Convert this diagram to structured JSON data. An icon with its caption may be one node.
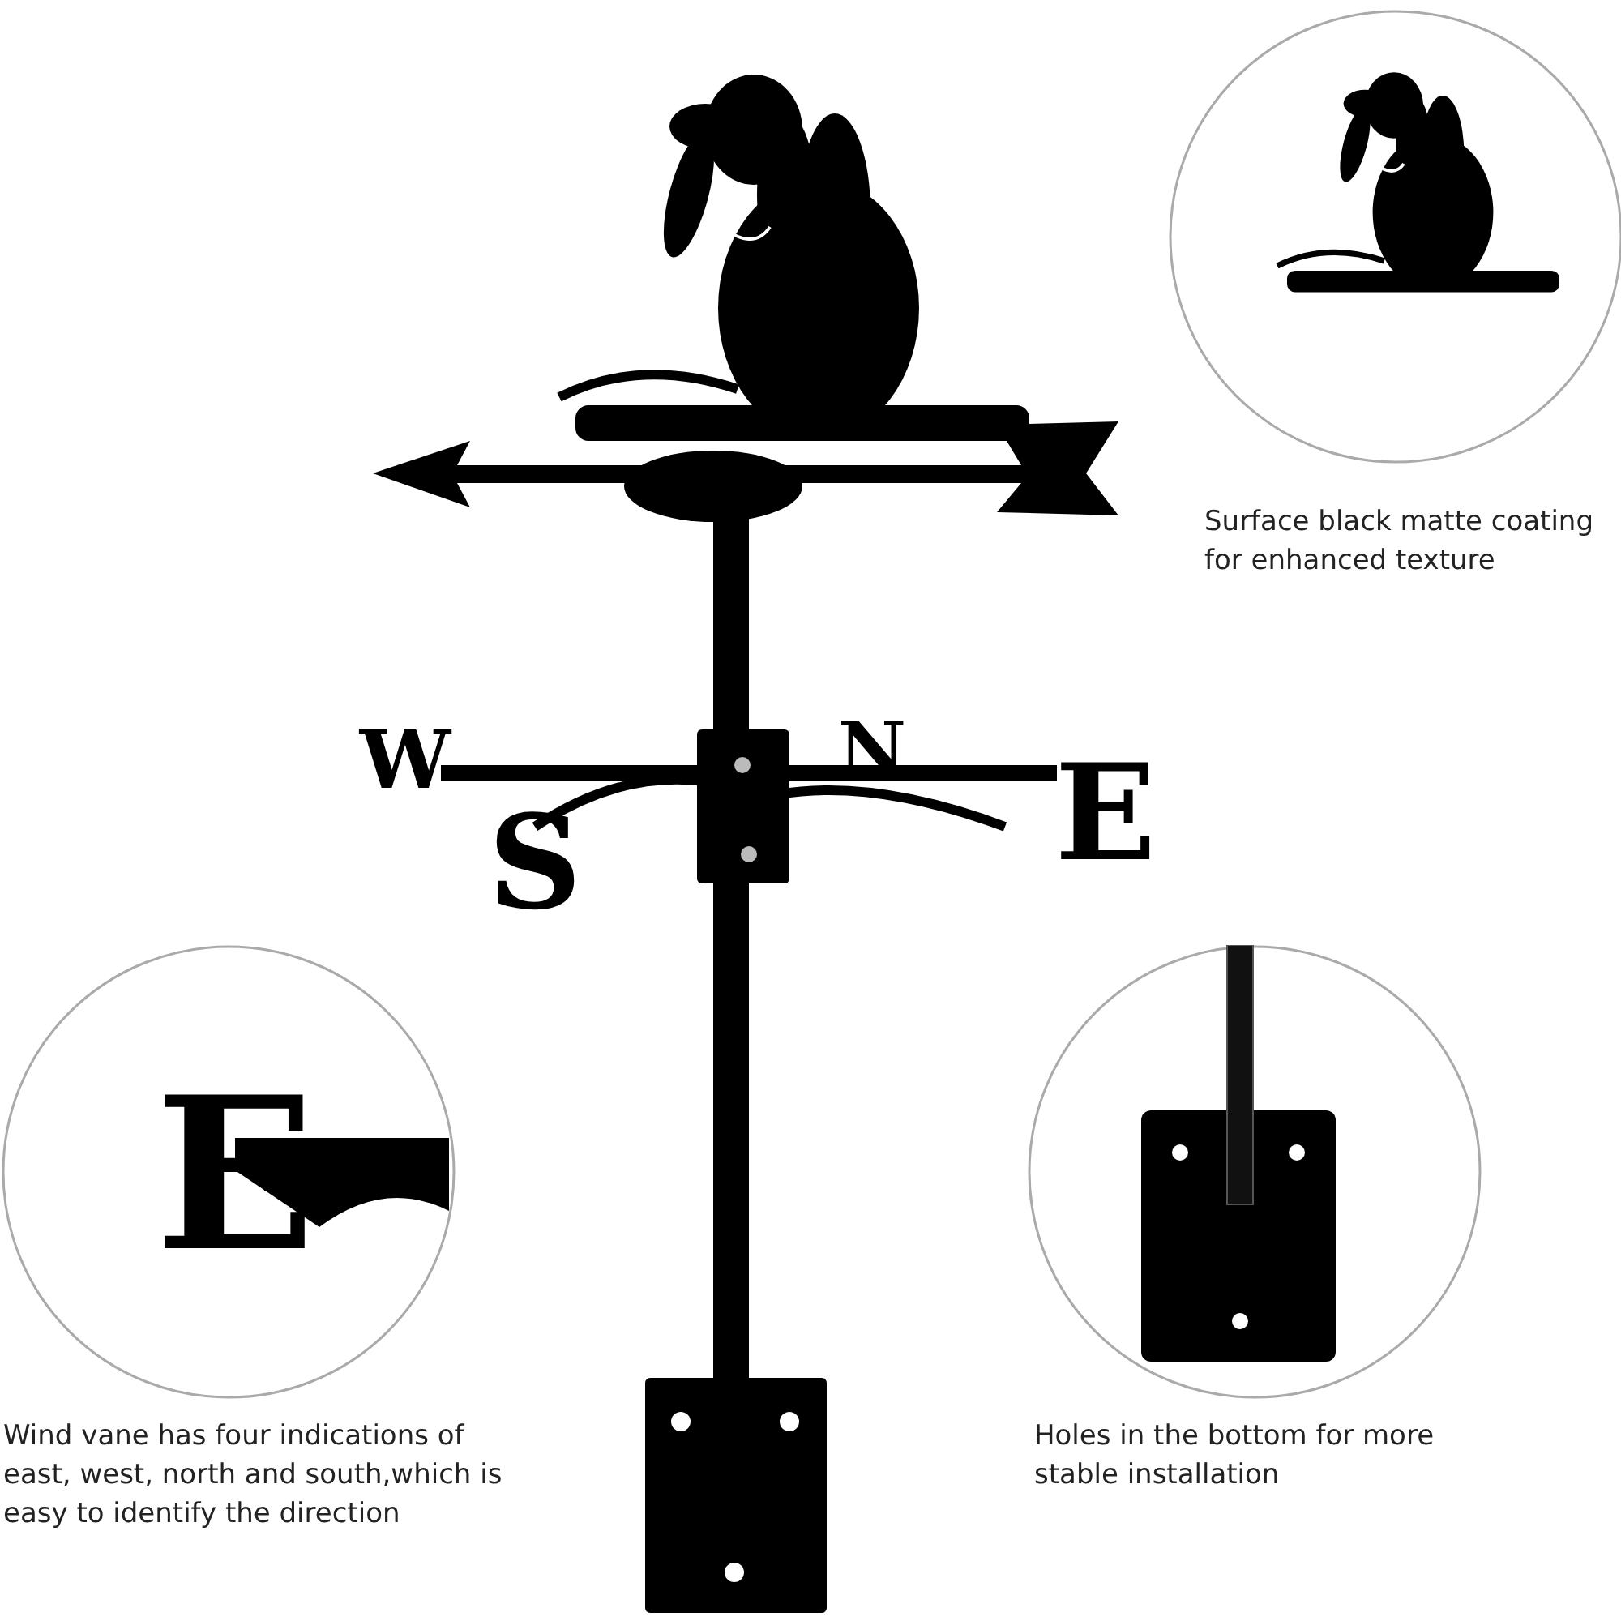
{
  "diagram": {
    "nodes": [
      {
        "text": [
          "Surface black matte coating for enhanced texture"
        ]
      },
      {
        "text": [
          "Wind vane has four indications of east, west, north and south,which is easy to identify the direction"
        ]
      },
      {
        "text": [
          "Holes in the bottom for more stable installation"
        ]
      }
    ],
    "labels": [
      "N",
      "W",
      "E",
      "S",
      "E"
    ]
  }
}
